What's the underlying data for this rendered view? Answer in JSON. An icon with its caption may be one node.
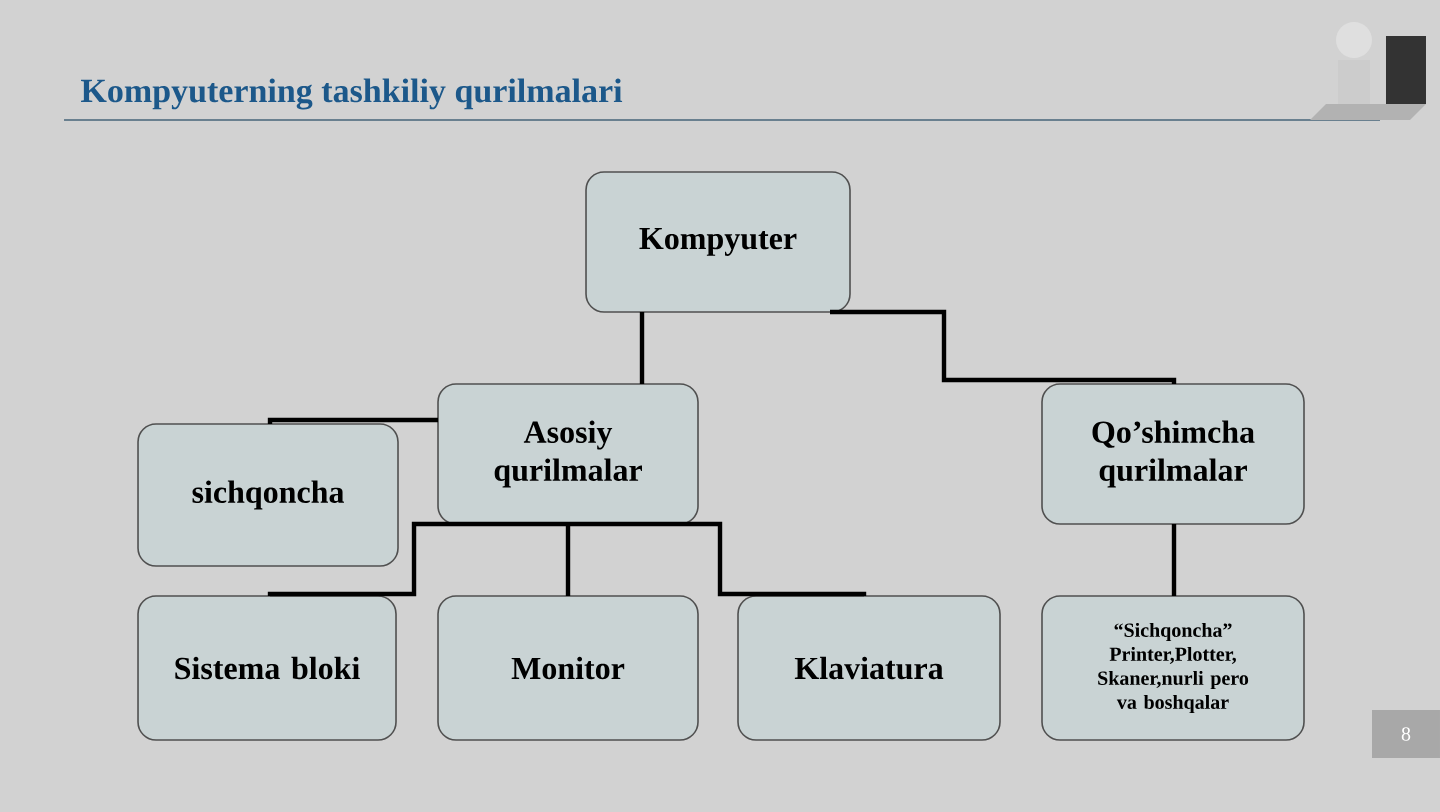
{
  "diagram": {
    "title": "Kompyuterning tashkiliy qurilmalari",
    "nodes": [
      {
        "text": [
          "Kompyuter"
        ]
      },
      {
        "text": [
          "Asosiy qurilmalar"
        ]
      },
      {
        "text": [
          "Qo’shimcha qurilmalar"
        ]
      },
      {
        "text": [
          "sichqoncha"
        ]
      },
      {
        "text": [
          "Sistema bloki"
        ]
      },
      {
        "text": [
          "Monitor"
        ]
      },
      {
        "text": [
          "Klaviatura"
        ]
      },
      {
        "text": [
          "“Sichqoncha” Printer,Plotter, Skaner,nurli pero va boshqalar"
        ]
      }
    ],
    "edges": [
      {
        "from": 0,
        "to": 1,
        "arrow": "none"
      },
      {
        "from": 0,
        "to": 2,
        "arrow": "none"
      },
      {
        "from": 1,
        "to": 3,
        "arrow": "none"
      },
      {
        "from": 1,
        "to": 4,
        "arrow": "none"
      },
      {
        "from": 1,
        "to": 5,
        "arrow": "none"
      },
      {
        "from": 1,
        "to": 6,
        "arrow": "none"
      },
      {
        "from": 2,
        "to": 7,
        "arrow": "none"
      }
    ],
    "labels": [
      "8"
    ]
  }
}
